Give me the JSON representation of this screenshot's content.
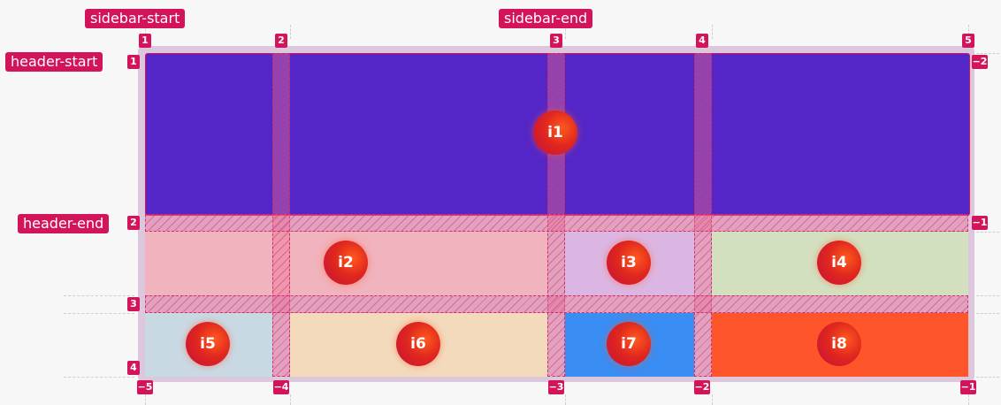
{
  "colors": {
    "accent": "#d4145a",
    "header": "#5526c7",
    "i2": "#f1b3bd",
    "i3": "#dcb6e2",
    "i4": "#d3e0c0",
    "i5": "#c9d9e4",
    "i6": "#f3dabd",
    "i7": "#3a8df2",
    "i8": "#ff552a",
    "gap": "#ef9fb8"
  },
  "line_names": {
    "sidebar_start": "sidebar-start",
    "sidebar_end": "sidebar-end",
    "header_start": "header-start",
    "header_end": "header-end"
  },
  "column_numbers_top": [
    "1",
    "2",
    "3",
    "4",
    "5"
  ],
  "column_numbers_bottom": [
    "−5",
    "−4",
    "−3",
    "−2",
    "−1"
  ],
  "row_numbers_left": [
    "1",
    "2",
    "3",
    "4"
  ],
  "row_numbers_right": [
    "−2",
    "−1"
  ],
  "items": [
    "i1",
    "i2",
    "i3",
    "i4",
    "i5",
    "i6",
    "i7",
    "i8"
  ]
}
